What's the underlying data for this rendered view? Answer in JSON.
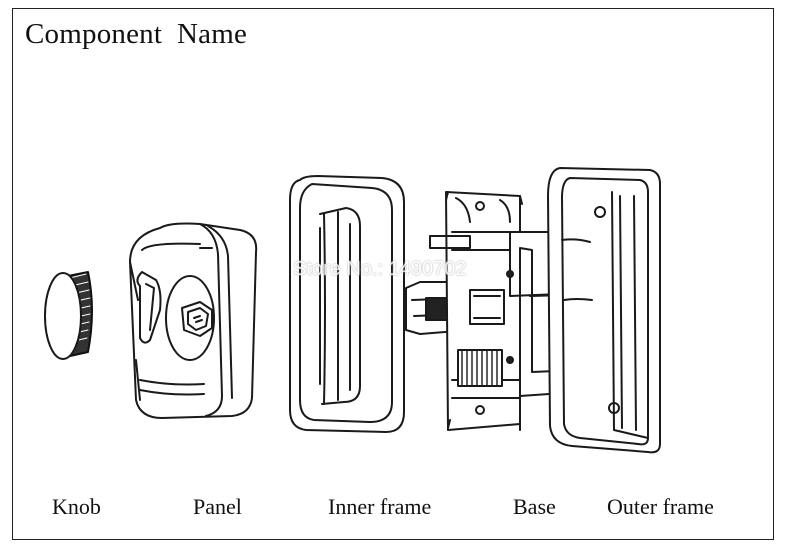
{
  "title": "Component  Name",
  "watermark": "Store No.: 1490702",
  "labels": {
    "knob": "Knob",
    "panel": "Panel",
    "inner_frame": "Inner frame",
    "base": "Base",
    "outer_frame": "Outer frame"
  }
}
